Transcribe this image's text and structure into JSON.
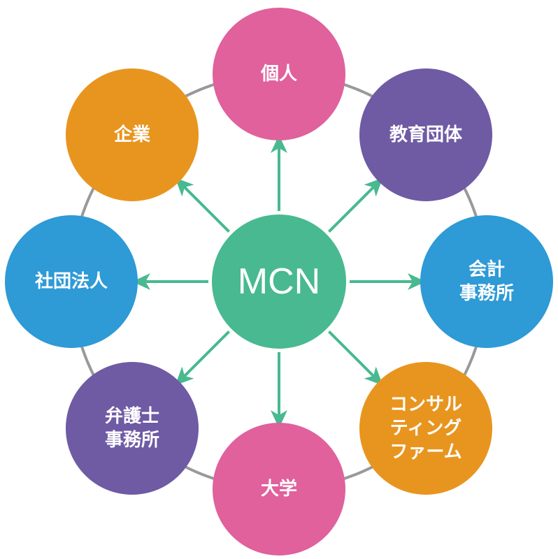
{
  "center": {
    "label": "MCN",
    "color": "#48b990"
  },
  "ring_color": "#999999",
  "arrow_color": "#48b990",
  "nodes": [
    {
      "id": "kojin",
      "lines": [
        "個人"
      ],
      "color": "#e0619c"
    },
    {
      "id": "kyoiku-dantai",
      "lines": [
        "教育団体"
      ],
      "color": "#6f5aa4"
    },
    {
      "id": "kaikei-jimusho",
      "lines": [
        "会計",
        "事務所"
      ],
      "color": "#2e9ad6"
    },
    {
      "id": "consulting-firm",
      "lines": [
        "コンサル",
        "ティング",
        "ファーム"
      ],
      "color": "#e8951f"
    },
    {
      "id": "daigaku",
      "lines": [
        "大学"
      ],
      "color": "#e0619c"
    },
    {
      "id": "bengoshi-jimusho",
      "lines": [
        "弁護士",
        "事務所"
      ],
      "color": "#6f5aa4"
    },
    {
      "id": "shadan-hojin",
      "lines": [
        "社団法人"
      ],
      "color": "#2e9ad6"
    },
    {
      "id": "kigyo",
      "lines": [
        "企業"
      ],
      "color": "#e8951f"
    }
  ]
}
